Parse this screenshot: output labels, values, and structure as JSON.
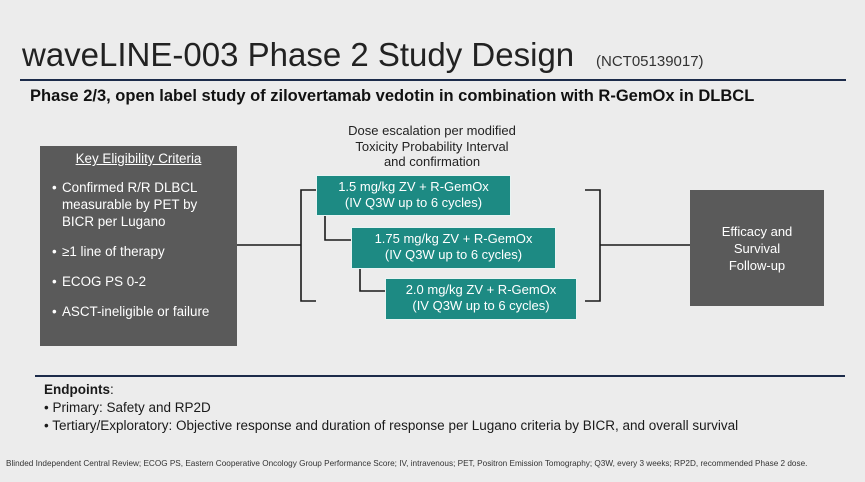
{
  "header": {
    "title": "waveLINE-003 Phase 2 Study Design",
    "nct": "(NCT05139017)",
    "subtitle": "Phase 2/3, open label study of zilovertamab vedotin in combination with R-GemOx in DLBCL"
  },
  "eligibility": {
    "title": "Key Eligibility Criteria",
    "items": [
      "Confirmed R/R DLBCL measurable by PET by BICR per Lugano",
      "≥1 line of therapy",
      "ECOG PS 0-2",
      "ASCT-ineligible or failure"
    ]
  },
  "dose_escalation": {
    "caption_lines": [
      "Dose escalation per modified",
      "Toxicity Probability Interval",
      "and confirmation"
    ],
    "levels": [
      {
        "dose": "1.5 mg/kg ZV + R-GemOx",
        "schedule": "(IV Q3W up to 6 cycles)"
      },
      {
        "dose": "1.75 mg/kg ZV + R-GemOx",
        "schedule": "(IV Q3W up to 6 cycles)"
      },
      {
        "dose": "2.0 mg/kg ZV + R-GemOx",
        "schedule": "(IV Q3W up to 6 cycles)"
      }
    ]
  },
  "followup": {
    "lines": [
      "Efficacy and",
      "Survival",
      "Follow-up"
    ]
  },
  "endpoints": {
    "heading": "Endpoints",
    "colon": ":",
    "primary": "• Primary: Safety and RP2D",
    "tertiary": "• Tertiary/Exploratory: Objective response and duration of response per Lugano criteria by BICR, and overall survival"
  },
  "footnote": "Blinded Independent Central Review; ECOG PS, Eastern Cooperative Oncology Group Performance Score; IV, intravenous; PET, Positron Emission Tomography; Q3W, every 3 weeks; RP2D, recommended Phase 2 dose.",
  "colors": {
    "background": "#ececec",
    "dark_box": "#5a5a5a",
    "teal_box": "#1d8a83",
    "rule": "#1c2b4a"
  }
}
